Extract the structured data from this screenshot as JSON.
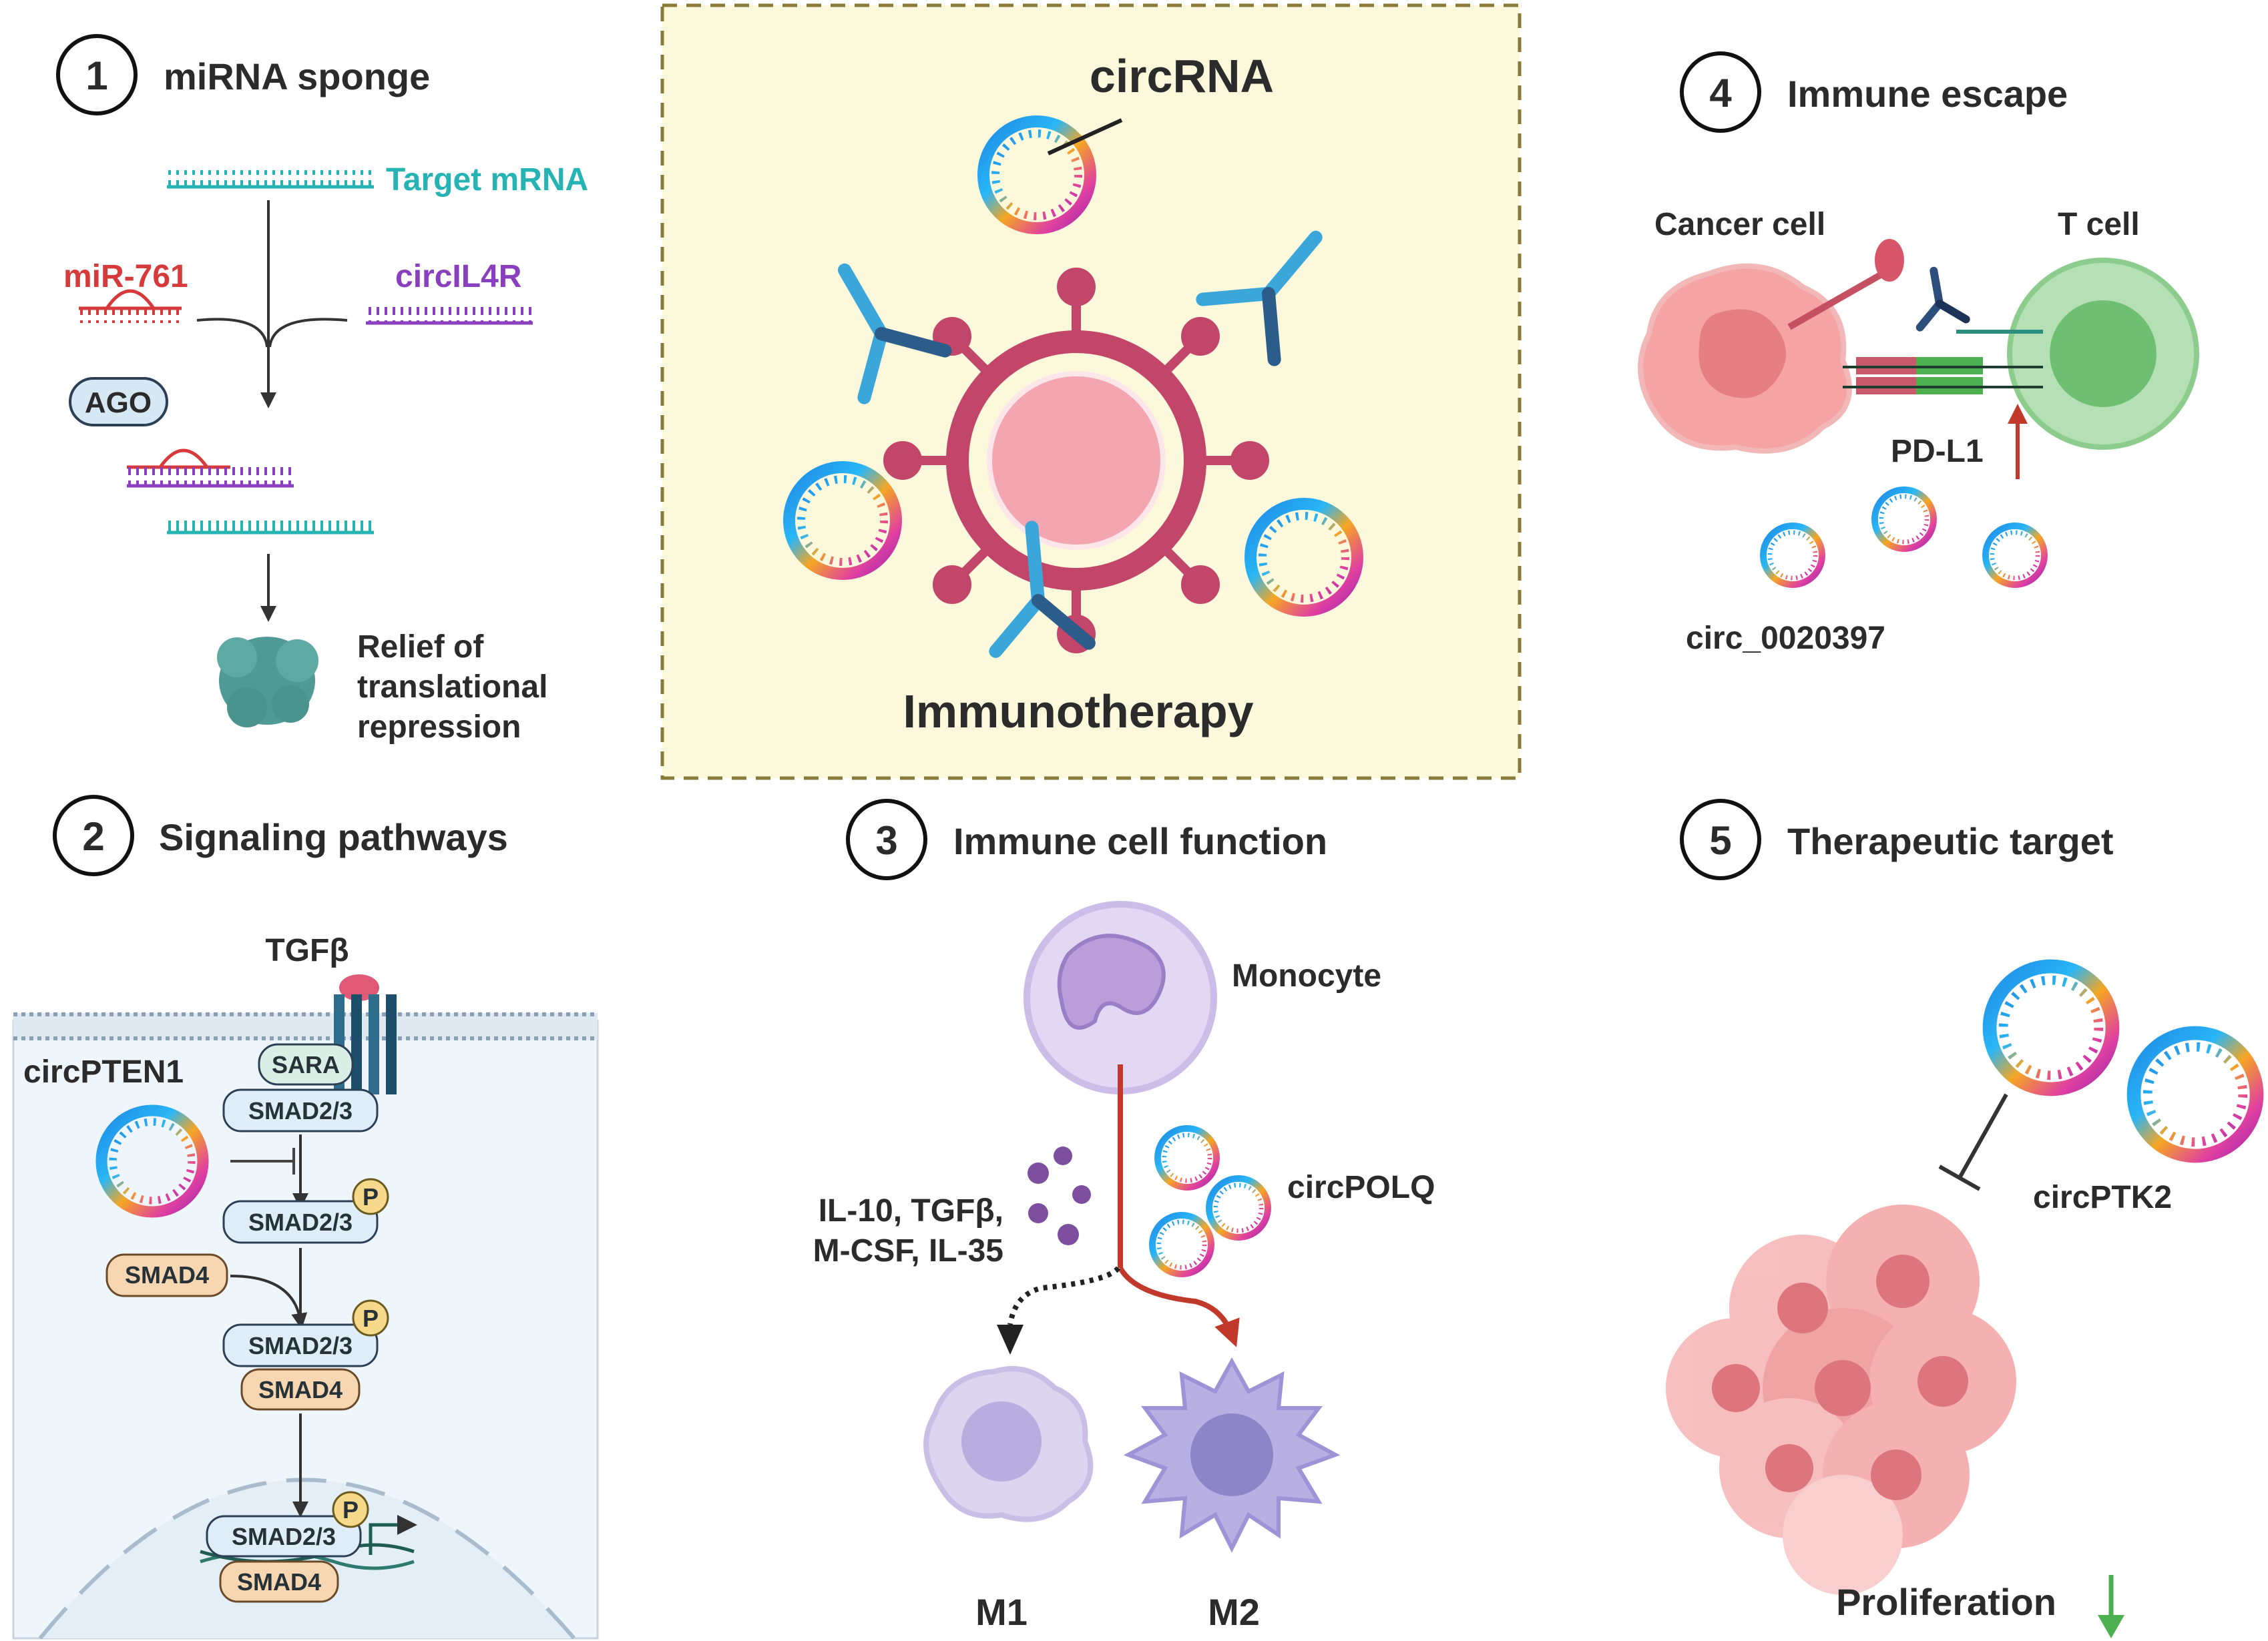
{
  "center": {
    "title": "circRNA",
    "subtitle": "Immunotherapy"
  },
  "panels": {
    "p1": {
      "number": "1",
      "title": "miRNA sponge",
      "target_mrna": "Target mRNA",
      "mirna": "miR-761",
      "circ": "circIL4R",
      "ago": "AGO",
      "relief_1": "Relief of",
      "relief_2": "translational",
      "relief_3": "repression"
    },
    "p2": {
      "number": "2",
      "title": "Signaling pathways",
      "ligand": "TGFβ",
      "circ": "circPTEN1",
      "sara": "SARA",
      "smad23": "SMAD2/3",
      "smad4": "SMAD4",
      "p": "P"
    },
    "p3": {
      "number": "3",
      "title": "Immune cell function",
      "monocyte": "Monocyte",
      "cyto_1": "IL-10, TGFβ,",
      "cyto_2": "M-CSF, IL-35",
      "circ": "circPOLQ",
      "m1": "M1",
      "m2": "M2"
    },
    "p4": {
      "number": "4",
      "title": "Immune escape",
      "cancer": "Cancer cell",
      "tcell": "T cell",
      "pdl1": "PD-L1",
      "circ": "circ_0020397"
    },
    "p5": {
      "number": "5",
      "title": "Therapeutic target",
      "circ": "circPTK2",
      "prolif": "Proliferation"
    }
  },
  "colors": {
    "teal": "#26b3b3",
    "mirna_red": "#d63a3a",
    "circ_purple": "#8a3fbf",
    "accent_red": "#c0392b",
    "down_green": "#4caf50",
    "center_bg": "#fbf8dc"
  }
}
